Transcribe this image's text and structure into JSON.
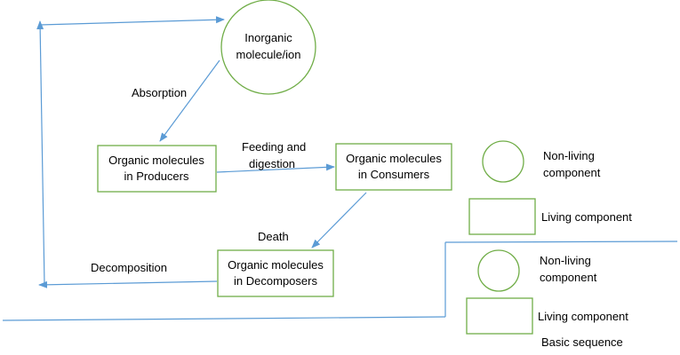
{
  "colors": {
    "node_border": "#70ad47",
    "connector": "#5b9bd5",
    "text": "#000000"
  },
  "nodes": {
    "inorganic": {
      "line1": "Inorganic",
      "line2": "molecule/ion"
    },
    "producers": {
      "line1": "Organic molecules",
      "line2": "in Producers"
    },
    "consumers": {
      "line1": "Organic molecules",
      "line2": "in Consumers"
    },
    "decomposers": {
      "line1": "Organic molecules",
      "line2": "in Decomposers"
    }
  },
  "edges": {
    "absorption": "Absorption",
    "feeding": {
      "line1": "Feeding and",
      "line2": "digestion"
    },
    "death": "Death",
    "decomposition": "Decomposition"
  },
  "legend_1": {
    "circle_label": {
      "line1": "Non-living",
      "line2": "component"
    },
    "rect_label": "Living component"
  },
  "legend_2": {
    "circle_label": {
      "line1": "Non-living",
      "line2": "component"
    },
    "rect_label": "Living component",
    "caption": "Basic sequence"
  }
}
